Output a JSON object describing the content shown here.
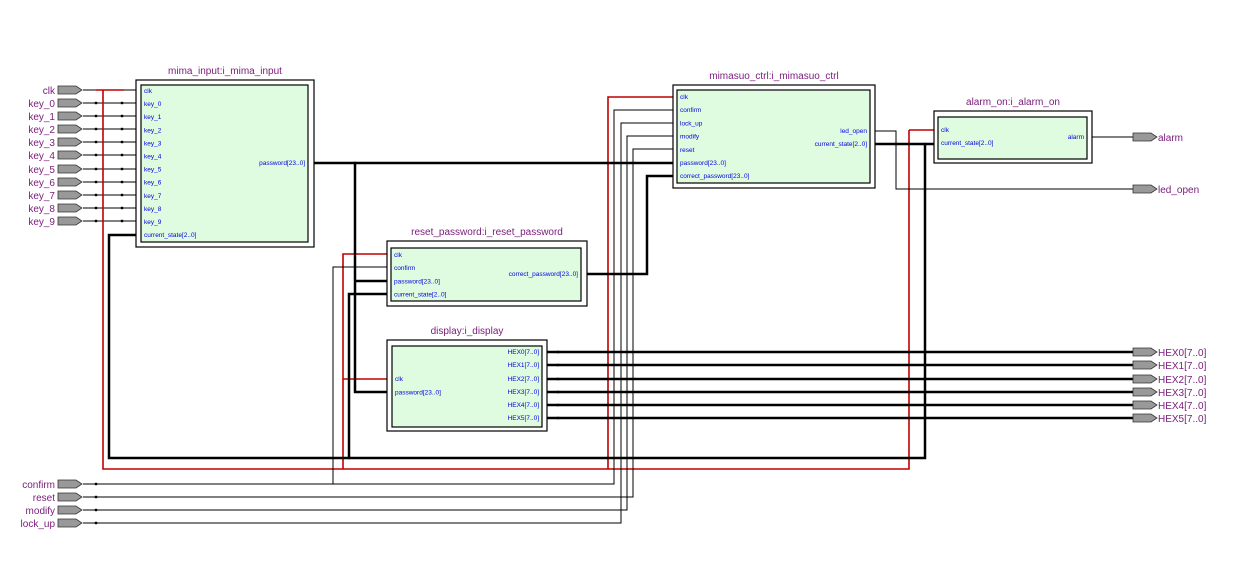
{
  "diagram": {
    "type": "rtl-schematic",
    "inputs": [
      "clk",
      "key_0",
      "key_1",
      "key_2",
      "key_3",
      "key_4",
      "key_5",
      "key_6",
      "key_7",
      "key_8",
      "key_9",
      "confirm",
      "reset",
      "modify",
      "lock_up"
    ],
    "outputs": [
      "alarm",
      "led_open",
      "HEX0[7..0]",
      "HEX1[7..0]",
      "HEX2[7..0]",
      "HEX3[7..0]",
      "HEX4[7..0]",
      "HEX5[7..0]"
    ],
    "blocks": {
      "mima_input": {
        "title": "mima_input:i_mima_input",
        "in_ports": [
          "clk",
          "key_0",
          "key_1",
          "key_2",
          "key_3",
          "key_4",
          "key_5",
          "key_6",
          "key_7",
          "key_8",
          "key_9",
          "current_state[2..0]"
        ],
        "out_ports": [
          "password[23..0]"
        ]
      },
      "mimasuo_ctrl": {
        "title": "mimasuo_ctrl:i_mimasuo_ctrl",
        "in_ports": [
          "clk",
          "confirm",
          "lock_up",
          "modify",
          "reset",
          "password[23..0]",
          "correct_password[23..0]"
        ],
        "out_ports": [
          "led_open",
          "current_state[2..0]"
        ]
      },
      "alarm_on": {
        "title": "alarm_on:i_alarm_on",
        "in_ports": [
          "clk",
          "current_state[2..0]"
        ],
        "out_ports": [
          "alarm"
        ]
      },
      "reset_password": {
        "title": "reset_password:i_reset_password",
        "in_ports": [
          "clk",
          "confirm",
          "password[23..0]",
          "current_state[2..0]"
        ],
        "out_ports": [
          "correct_password[23..0]"
        ]
      },
      "display": {
        "title": "display:i_display",
        "in_ports": [
          "clk",
          "password[23..0]"
        ],
        "out_ports": [
          "HEX0[7..0]",
          "HEX1[7..0]",
          "HEX2[7..0]",
          "HEX3[7..0]",
          "HEX4[7..0]",
          "HEX5[7..0]"
        ]
      }
    },
    "colors": {
      "clock_net": "#c00000",
      "block_fill": "#e0fce0",
      "port_text": "#0000e0",
      "label_text": "#7a1a7a",
      "pin_fill": "#999999"
    }
  }
}
